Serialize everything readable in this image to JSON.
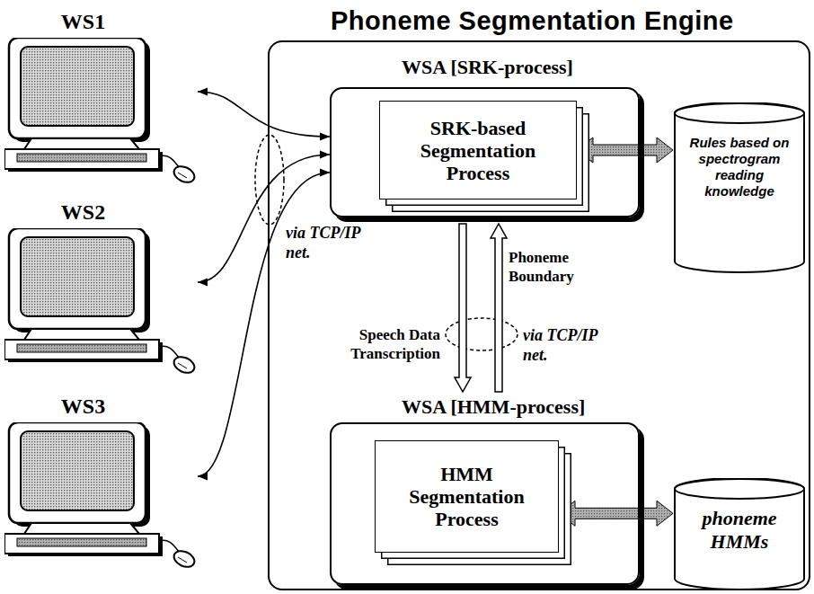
{
  "diagram": {
    "nodes": [
      {
        "text": [
          "WS1"
        ]
      },
      {
        "text": [
          "WS2"
        ]
      },
      {
        "text": [
          "WS3"
        ]
      },
      {
        "text": [
          "Phoneme Segmentation Engine"
        ]
      },
      {
        "text": [
          "WSA [SRK-process]"
        ],
        "in": 3
      },
      {
        "text": [
          "SRK-based Segmentation Process"
        ],
        "in": 4
      },
      {
        "text": [
          "Rules based on spectrogram reading knowledge"
        ],
        "in": 3
      },
      {
        "text": [
          "WSA [HMM-process]"
        ],
        "in": 3
      },
      {
        "text": [
          "HMM Segmentation Process"
        ],
        "in": 7
      },
      {
        "text": [
          "phoneme HMMs"
        ],
        "in": 3
      }
    ],
    "edges": [
      {
        "from": 0,
        "to": 4,
        "arrow": "both"
      },
      {
        "from": 1,
        "to": 4,
        "arrow": "both"
      },
      {
        "from": 2,
        "to": 4,
        "arrow": "both"
      },
      {
        "from": 4,
        "to": 7,
        "label": "Speech Data Transcription",
        "arrow": "to"
      },
      {
        "from": 7,
        "to": 4,
        "label": "Phoneme Boundary",
        "arrow": "to"
      },
      {
        "from": 5,
        "to": 6,
        "arrow": "both"
      },
      {
        "from": 8,
        "to": 9,
        "arrow": "both"
      }
    ],
    "labels": [
      "via TCP/IP net.",
      "via TCP/IP net."
    ]
  }
}
